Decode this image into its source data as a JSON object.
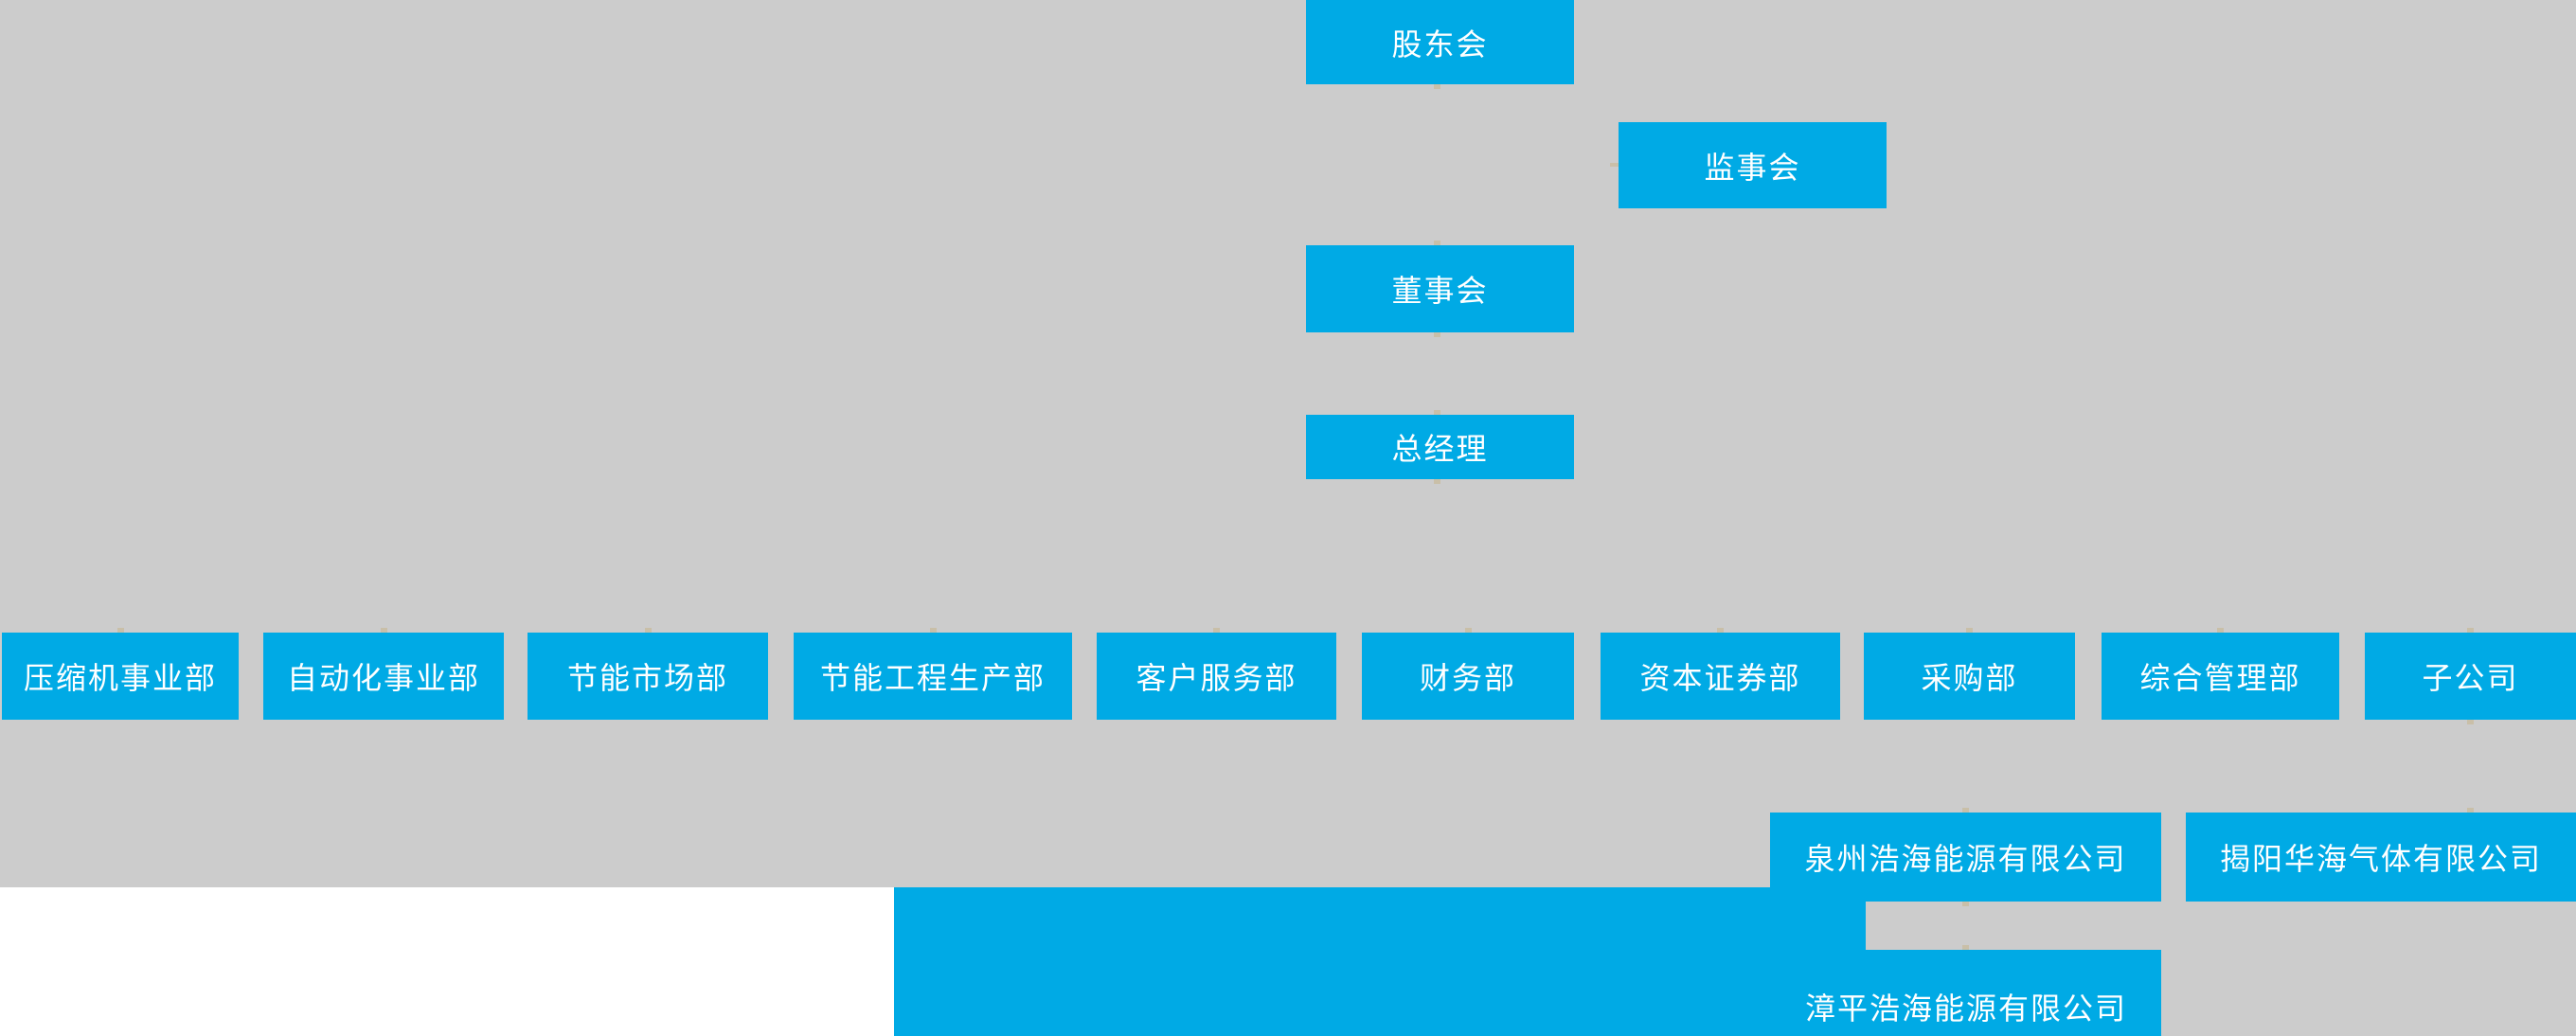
{
  "colors": {
    "background": "#cccccc",
    "node_fill": "#00aae5",
    "node_text": "#ffffff",
    "bottom_panel": "#ffffff",
    "connector_stub": "#c9bfa8"
  },
  "org_chart": {
    "top_nodes": [
      {
        "label": "股东会"
      },
      {
        "label": "监事会"
      },
      {
        "label": "董事会"
      },
      {
        "label": "总经理"
      }
    ],
    "departments": [
      {
        "label": "压缩机事业部"
      },
      {
        "label": "自动化事业部"
      },
      {
        "label": "节能市场部"
      },
      {
        "label": "节能工程生产部"
      },
      {
        "label": "客户服务部"
      },
      {
        "label": "财务部"
      },
      {
        "label": "资本证券部"
      },
      {
        "label": "采购部"
      },
      {
        "label": "综合管理部"
      },
      {
        "label": "子公司"
      }
    ],
    "subsidiaries": [
      {
        "label": "泉州浩海能源有限公司"
      },
      {
        "label": "揭阳华海气体有限公司"
      },
      {
        "label": "漳平浩海能源有限公司"
      }
    ]
  }
}
